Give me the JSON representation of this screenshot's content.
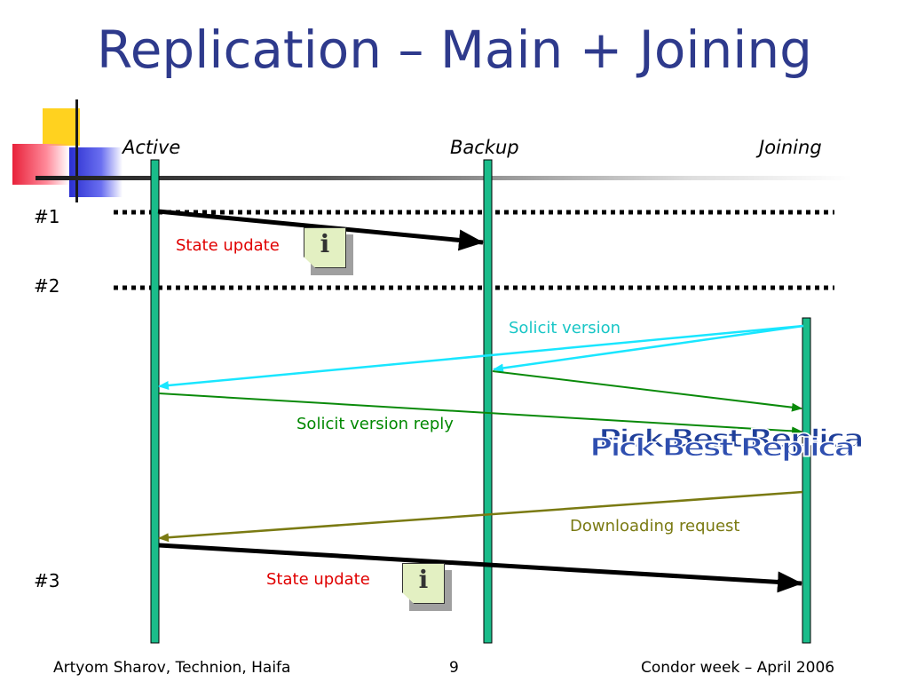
{
  "slide": {
    "title": "Replication – Main + Joining"
  },
  "actors": {
    "active": "Active",
    "backup": "Backup",
    "joining": "Joining"
  },
  "rows": {
    "r1": "#1",
    "r2": "#2",
    "r3": "#3"
  },
  "messages": {
    "state_update_1": "State update",
    "solicit_version": "Solicit version",
    "solicit_version_reply": "Solicit version reply",
    "downloading_request": "Downloading request",
    "state_update_3": "State update"
  },
  "wordart": "Pick Best Replica",
  "note_glyph": "ℹ",
  "footer": {
    "left": "Artyom Sharov, Technion, Haifa",
    "page": "9",
    "right": "Condor week – April 2006"
  },
  "colors": {
    "title": "#2e3a8c",
    "lifeline": "#1abc8a",
    "state_update": "#e00000",
    "solicit": "#19e6ff",
    "reply": "#0a8a0a",
    "download": "#7a7a12",
    "arrow_black": "#000000"
  },
  "icons": [
    "info-note-icon",
    "info-note-icon"
  ]
}
